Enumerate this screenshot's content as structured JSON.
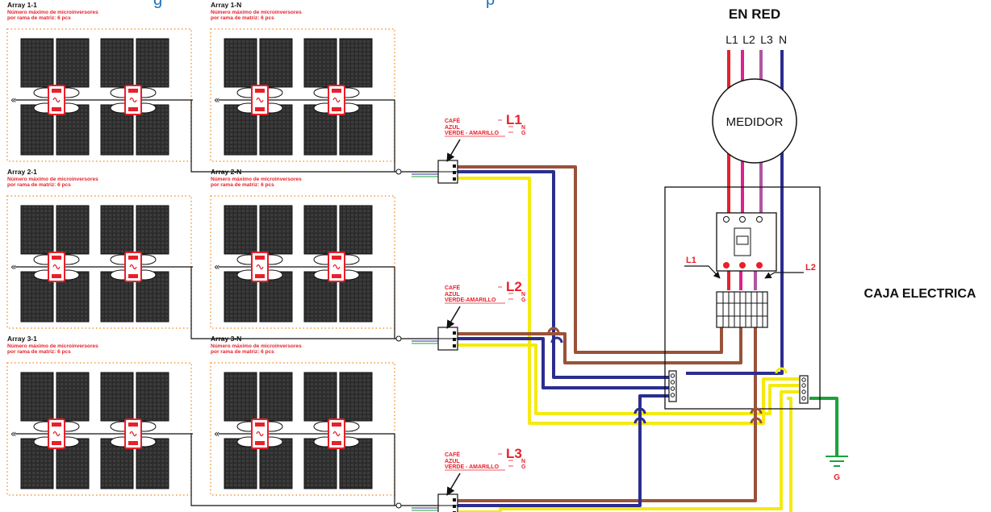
{
  "header": {
    "title_partial": "g",
    "title_partial_right": "p"
  },
  "grid": {
    "title": "EN RED",
    "phases": [
      "L1",
      "L2",
      "L3",
      "N"
    ]
  },
  "meter": {
    "label": "MEDIDOR"
  },
  "box": {
    "label": "CAJA ELECTRICA",
    "breaker_left": "L1",
    "breaker_right": "L2"
  },
  "ground": {
    "label": "G"
  },
  "arrays": [
    {
      "left_title": "Array 1-1",
      "right_title": "Array 1-N",
      "line1": "Número máximo de microinversores",
      "line2": "por rama de matriz: 6 pcs"
    },
    {
      "left_title": "Array 2-1",
      "right_title": "Array 2-N",
      "line1": "Número máximo de microinversores",
      "line2": "por rama de matriz: 6 pcs"
    },
    {
      "left_title": "Array 3-1",
      "right_title": "Array 3-N",
      "line1": "Número máximo de microinversores",
      "line2": "por rama de matriz: 6 pcs"
    }
  ],
  "legends": [
    {
      "phase": "L1",
      "cafe": "CAFÉ",
      "azul": "AZUL",
      "verde": "VERDE - AMARILLO",
      "n": "N",
      "g": "G"
    },
    {
      "phase": "L2",
      "cafe": "CAFÉ",
      "azul": "AZUL",
      "verde": "VERDE-AMARILLO",
      "n": "N",
      "g": "G"
    },
    {
      "phase": "L3",
      "cafe": "CAFÉ",
      "azul": "AZUL",
      "verde": "VERDE - AMARILLO",
      "n": "N",
      "g": "G"
    }
  ],
  "colors": {
    "brown": "#9a5238",
    "blue": "#2b2d8f",
    "yellow": "#f5ea10",
    "green": "#1aa33a",
    "red": "#e8202a",
    "magenta": "#e0208c",
    "purple": "#b2559e",
    "title_blue": "#1b6fb5",
    "panel": "#2a2a2a",
    "dots": "#f39a3c"
  }
}
